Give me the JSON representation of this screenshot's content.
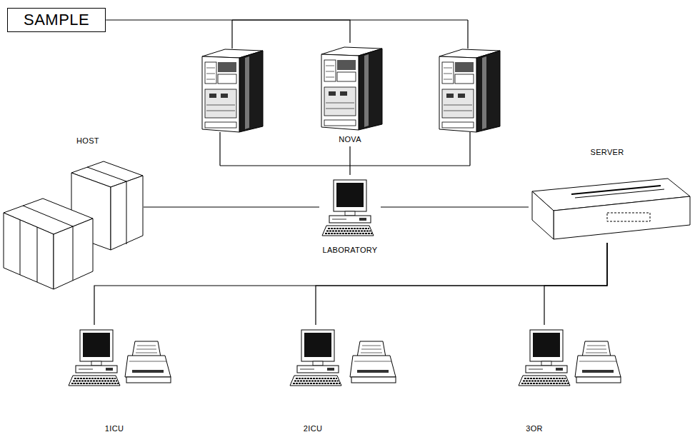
{
  "diagram": {
    "nodes": [
      {
        "text": [
          "SAMPLE"
        ]
      },
      {
        "text": [
          "HOST"
        ]
      },
      {
        "text": [
          "NOVA"
        ]
      },
      {
        "text": [
          "LABORATORY"
        ]
      },
      {
        "text": [
          "SERVER"
        ]
      },
      {
        "text": [
          "1ICU"
        ]
      },
      {
        "text": [
          "2ICU"
        ]
      },
      {
        "text": [
          "3OR"
        ]
      }
    ],
    "edges": [
      {
        "from": 0,
        "to": 2,
        "arrow": "none"
      },
      {
        "from": 2,
        "to": 3,
        "arrow": "none"
      },
      {
        "from": 1,
        "to": 3,
        "arrow": "none"
      },
      {
        "from": 3,
        "to": 4,
        "arrow": "none"
      },
      {
        "from": 4,
        "to": 5,
        "arrow": "none"
      },
      {
        "from": 4,
        "to": 6,
        "arrow": "none"
      },
      {
        "from": 4,
        "to": 7,
        "arrow": "none"
      }
    ]
  }
}
